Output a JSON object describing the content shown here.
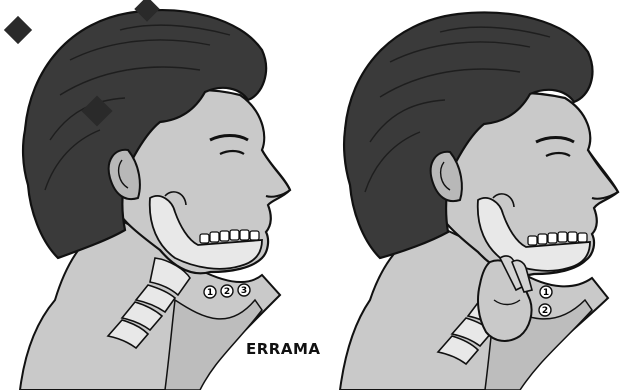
{
  "caption": "ERRAMA",
  "left_figure": {
    "markers": [
      "1",
      "2",
      "3"
    ]
  },
  "right_figure": {
    "markers": [
      "1",
      "2"
    ]
  },
  "decorations": {
    "diamond_color": "#2a2a2a"
  },
  "colors": {
    "hair": "#3a3a3a",
    "skin": "#c9c9c9",
    "skin_shade": "#a9a9a9",
    "line": "#111111",
    "bone": "#e8e8e8",
    "highlight": "#ffffff"
  }
}
